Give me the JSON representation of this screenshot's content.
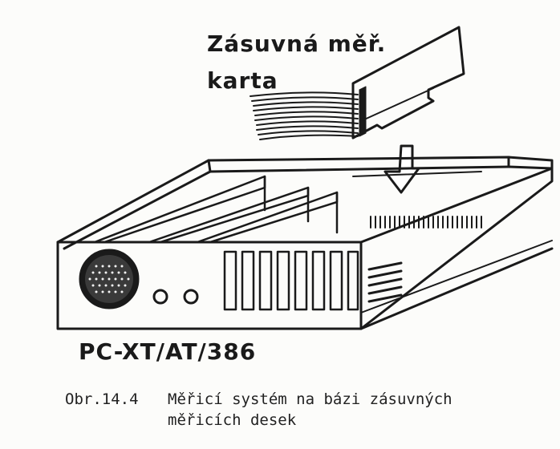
{
  "figure": {
    "card_label_line1": "Zásuvná měř.",
    "card_label_line2": "karta",
    "pc_label": "PC-XT/AT/386",
    "caption_number": "Obr.14.4",
    "caption_line1": "Měřicí systém na bázi zásuvných",
    "caption_line2": "měřicích desek",
    "ink_color": "#1a1a1a",
    "paper_color": "#fcfcfa"
  }
}
